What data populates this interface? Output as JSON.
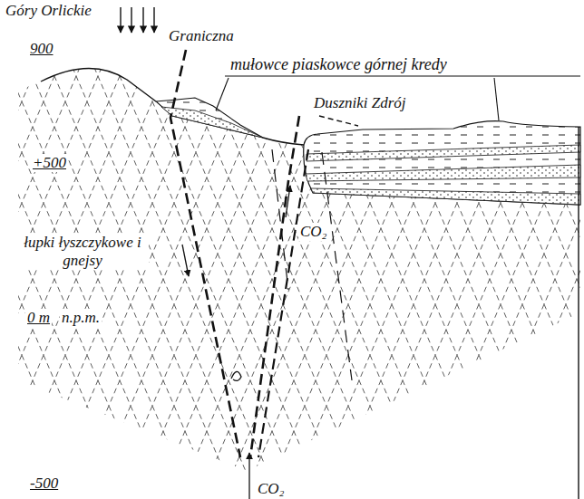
{
  "diagram": {
    "labels": [
      "Góry Orlickie",
      "900",
      "Graniczna",
      "mułowce piaskowce górnej kredy",
      "Duszniki Zdrój",
      "+500",
      "łupki łyszczykowe i gnejsy",
      "CO₂",
      "0 m",
      "n.p.m.",
      "CO₂",
      "-500"
    ]
  }
}
